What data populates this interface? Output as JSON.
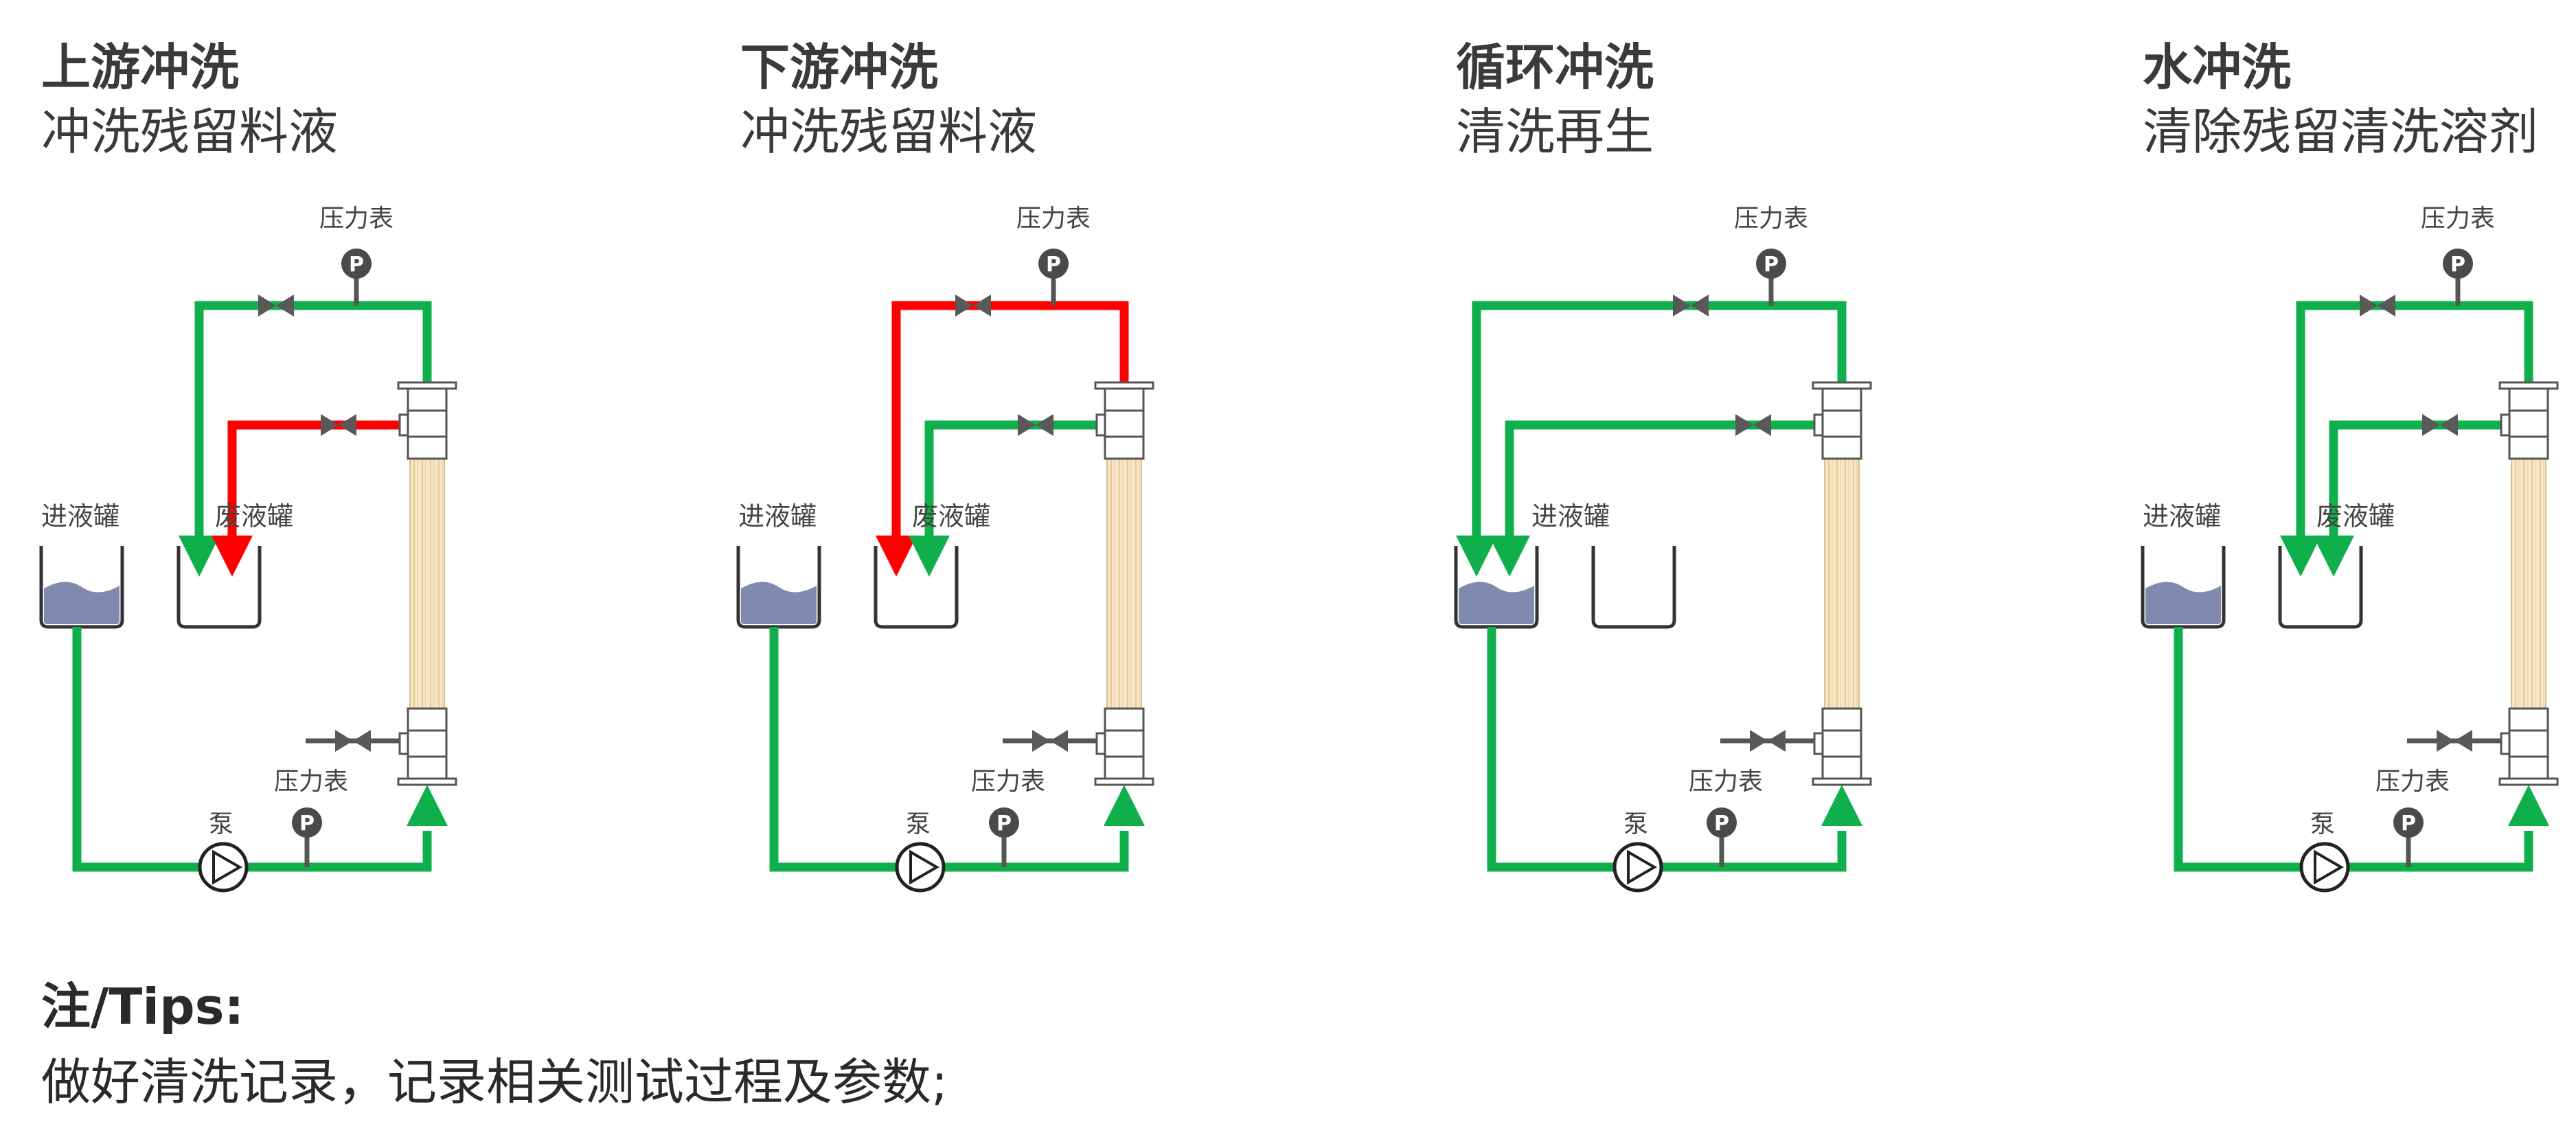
{
  "panels": [
    {
      "title": "上游冲洗",
      "subtitle": "冲洗残留料液",
      "top_line_color": "#0fb04c",
      "mid_line_color": "#ff0000",
      "outlet": "waste"
    },
    {
      "title": "下游冲洗",
      "subtitle": "冲洗残留料液",
      "top_line_color": "#ff0000",
      "mid_line_color": "#0fb04c",
      "outlet": "waste"
    },
    {
      "title": "循环冲洗",
      "subtitle": "清洗再生",
      "top_line_color": "#0fb04c",
      "mid_line_color": "#0fb04c",
      "outlet": "feed"
    },
    {
      "title": "水冲洗",
      "subtitle": "清除残留清洗溶剂",
      "top_line_color": "#0fb04c",
      "mid_line_color": "#0fb04c",
      "outlet": "waste"
    }
  ],
  "labels": {
    "pressure_gauge": "压力表",
    "feed_tank": "进液罐",
    "waste_tank": "废液罐",
    "pump": "泵",
    "gauge_symbol": "P"
  },
  "tips": {
    "title": "注/Tips:",
    "text": "做好清洗记录，记录相关测试过程及参数;"
  },
  "colors": {
    "flow_green": "#0fb04c",
    "flow_red": "#ff0000",
    "liquid": "#7f8aae",
    "membrane": "#f6e2bf",
    "valve": "#595959"
  }
}
